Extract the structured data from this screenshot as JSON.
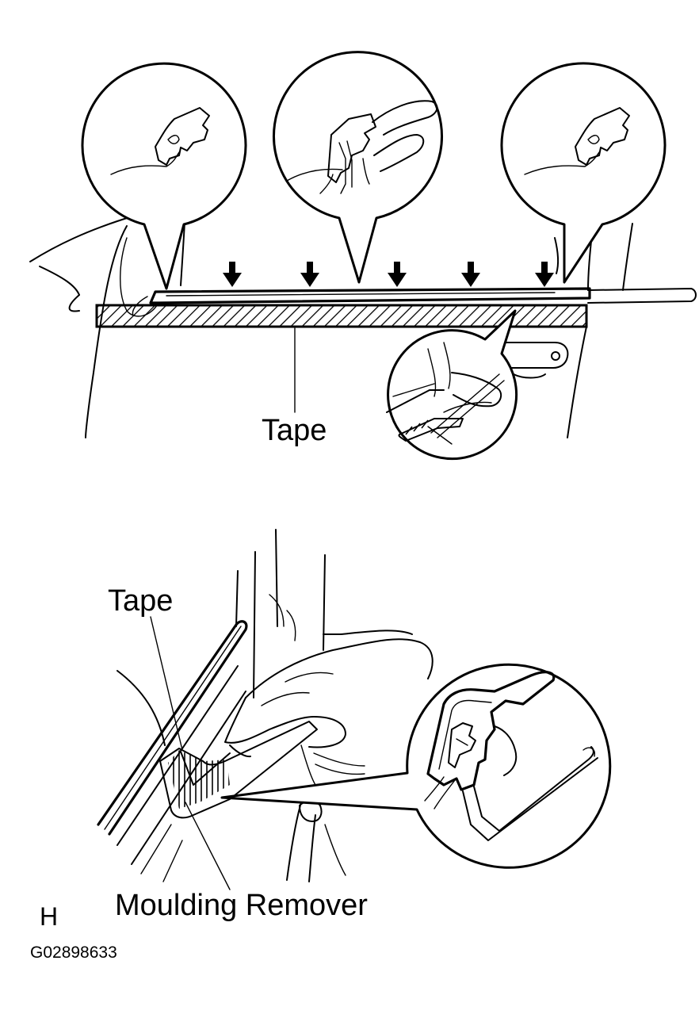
{
  "labels": {
    "tape_top": "Tape",
    "tape_bottom": "Tape",
    "moulding_remover": "Moulding Remover",
    "view_letter": "H",
    "figure_code": "G02898633"
  },
  "figure": {
    "arrow_count": 5,
    "callout_count_top": 4,
    "callout_count_bottom": 1
  }
}
